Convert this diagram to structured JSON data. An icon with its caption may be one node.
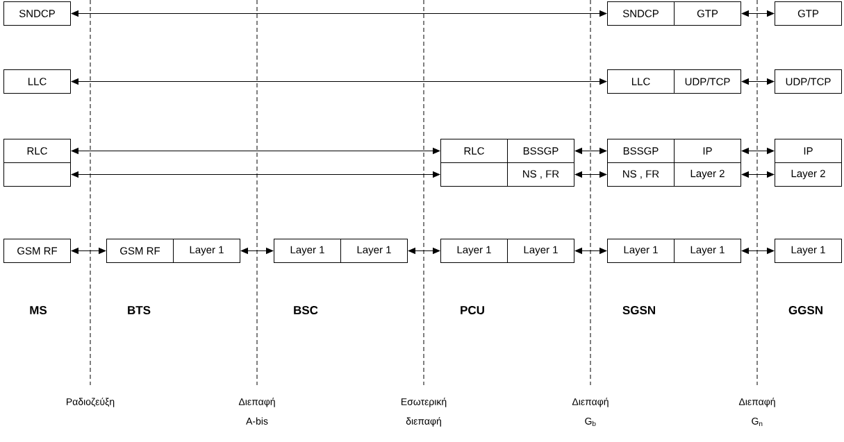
{
  "diagram": {
    "nodes": [
      {
        "text": [
          "SNDCP"
        ]
      },
      {
        "text": [
          "SNDCP"
        ]
      },
      {
        "text": [
          "GTP"
        ]
      },
      {
        "text": [
          "GTP"
        ]
      },
      {
        "text": [
          "LLC"
        ]
      },
      {
        "text": [
          "LLC"
        ]
      },
      {
        "text": [
          "UDP/TCP"
        ]
      },
      {
        "text": [
          "UDP/TCP"
        ]
      },
      {
        "text": [
          "RLC"
        ]
      },
      {
        "text": [
          "RLC"
        ]
      },
      {
        "text": [
          "BSSGP"
        ]
      },
      {
        "text": [
          "BSSGP"
        ]
      },
      {
        "text": [
          "IP"
        ]
      },
      {
        "text": [
          "IP"
        ]
      },
      {
        "text": [],
        "shape": "box"
      },
      {
        "text": [],
        "shape": "box"
      },
      {
        "text": [
          "NS , FR"
        ]
      },
      {
        "text": [
          "NS , FR"
        ]
      },
      {
        "text": [
          "Layer 2"
        ]
      },
      {
        "text": [
          "Layer 2"
        ]
      },
      {
        "text": [
          "GSM RF"
        ]
      },
      {
        "text": [
          "GSM RF"
        ]
      },
      {
        "text": [
          "Layer 1"
        ]
      },
      {
        "text": [
          "Layer 1"
        ]
      },
      {
        "text": [
          "Layer 1"
        ]
      },
      {
        "text": [
          "Layer 1"
        ]
      },
      {
        "text": [
          "Layer 1"
        ]
      },
      {
        "text": [
          "Layer 1"
        ]
      },
      {
        "text": [
          "Layer 1"
        ]
      },
      {
        "text": [
          "Layer 1"
        ]
      }
    ],
    "edges": [
      {
        "from": 0,
        "to": 1,
        "arrow": "both"
      },
      {
        "from": 2,
        "to": 3,
        "arrow": "both"
      },
      {
        "from": 4,
        "to": 5,
        "arrow": "both"
      },
      {
        "from": 6,
        "to": 7,
        "arrow": "both"
      },
      {
        "from": 8,
        "to": 9,
        "arrow": "both"
      },
      {
        "from": 10,
        "to": 11,
        "arrow": "both"
      },
      {
        "from": 12,
        "to": 13,
        "arrow": "both"
      },
      {
        "from": 14,
        "to": 15,
        "arrow": "both"
      },
      {
        "from": 16,
        "to": 17,
        "arrow": "both"
      },
      {
        "from": 18,
        "to": 19,
        "arrow": "both"
      },
      {
        "from": 20,
        "to": 21,
        "arrow": "both"
      },
      {
        "from": 22,
        "to": 23,
        "arrow": "both"
      },
      {
        "from": 24,
        "to": 25,
        "arrow": "both"
      },
      {
        "from": 26,
        "to": 27,
        "arrow": "both"
      },
      {
        "from": 28,
        "to": 29,
        "arrow": "both"
      }
    ],
    "labels": [
      "MS",
      "BTS",
      "BSC",
      "PCU",
      "SGSN",
      "GGSN",
      "Ραδιοζεύξη",
      "Διεπαφή A-bis",
      "Εσωτερική διεπαφή",
      "Διεπαφή G$_{b}$",
      "Διεπαφή G$_{n}$"
    ]
  }
}
